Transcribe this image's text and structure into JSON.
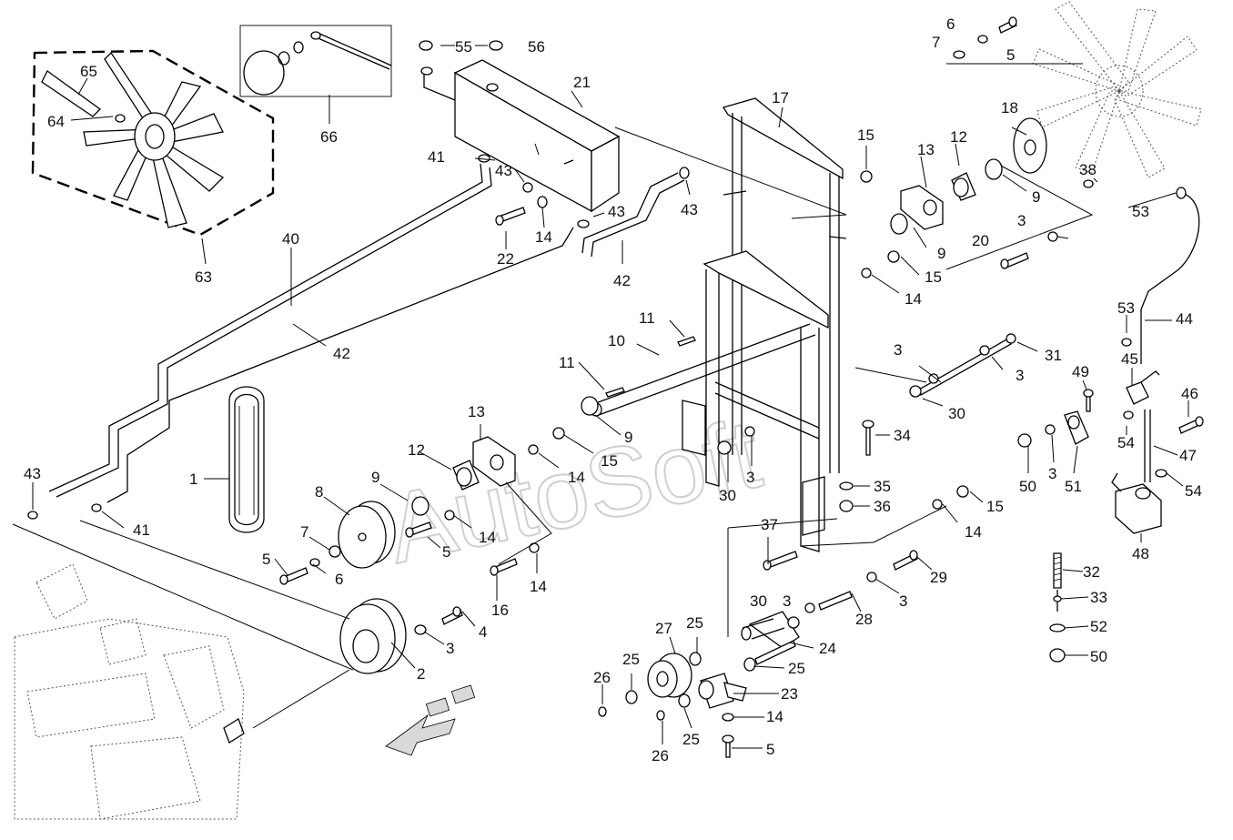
{
  "watermark": "AutoSoft",
  "callouts": {
    "c55": "55",
    "c56": "56",
    "c21": "21",
    "c17": "17",
    "c6": "6",
    "c5": "5",
    "c7": "7",
    "c18": "18",
    "c12": "12",
    "c13": "13",
    "c15": "15",
    "c38": "38",
    "c9": "9",
    "c3": "3",
    "c20": "20",
    "c53": "53",
    "c65": "65",
    "c64": "64",
    "c63": "63",
    "c66": "66",
    "c41": "41",
    "c43": "43",
    "c22": "22",
    "c14": "14",
    "c42": "42",
    "c40": "40",
    "c11": "11",
    "c10": "10",
    "c31": "31",
    "c30": "30",
    "c49": "49",
    "c45": "45",
    "c44": "44",
    "c46": "46",
    "c54": "54",
    "c47": "47",
    "c50": "50",
    "c51": "51",
    "c48": "48",
    "c34": "34",
    "c35": "35",
    "c36": "36",
    "c37": "37",
    "c1": "1",
    "c8": "8",
    "c16": "16",
    "c2": "2",
    "c4": "4",
    "c27": "27",
    "c25": "25",
    "c26": "26",
    "c24": "24",
    "c23": "23",
    "c28": "28",
    "c29": "29",
    "c32": "32",
    "c33": "33",
    "c52": "52"
  }
}
